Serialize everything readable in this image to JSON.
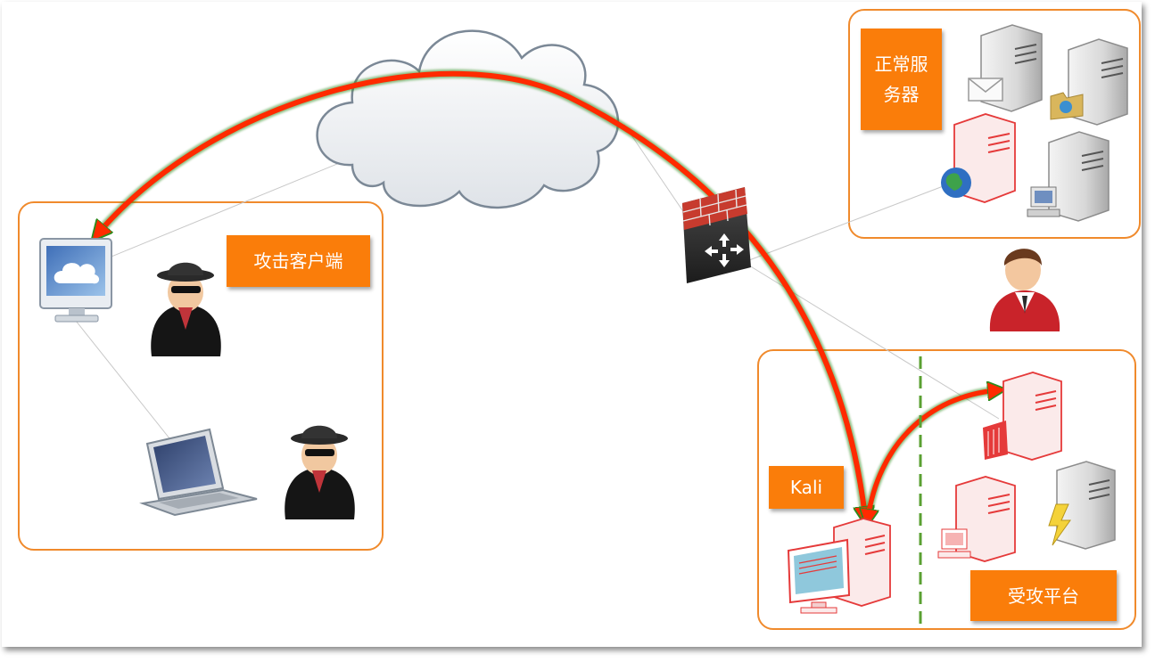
{
  "labels": {
    "attack_clients": "攻击客户端",
    "normal_servers": "正常服务器",
    "kali": "Kali",
    "target_platform": "受攻平台"
  },
  "colors": {
    "box_border": "#f08a2c",
    "label_bg": "#fa7d0a",
    "arrow_red": "#ff2a00",
    "arrow_glow": "#2e8b1e",
    "divider_green": "#5aa032"
  },
  "icons": [
    "cloud-icon",
    "monitor-icon",
    "laptop-icon",
    "hacker-icon",
    "firewall-router-icon",
    "mail-server-icon",
    "file-server-icon",
    "web-server-icon",
    "workstation-server-icon",
    "user-icon",
    "kali-workstation-icon",
    "vulnerable-server-icon",
    "power-server-icon"
  ]
}
